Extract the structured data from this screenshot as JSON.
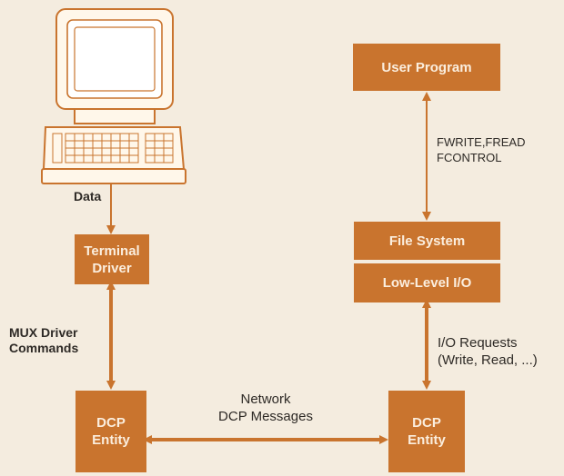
{
  "colors": {
    "background": "#f4ecdf",
    "box_fill": "#c9742e",
    "box_text": "#fbeede",
    "arrow": "#c9742e",
    "label_text": "#2e2a26"
  },
  "icons": {
    "terminal": "terminal-icon"
  },
  "left_stack": {
    "data_label": "Data",
    "terminal_driver": "Terminal\nDriver",
    "mux_label": "MUX Driver\nCommands",
    "dcp_entity": "DCP\nEntity"
  },
  "right_stack": {
    "user_program": "User Program",
    "fwrite_label": "FWRITE,FREAD\nFCONTROL",
    "file_system": "File System",
    "low_level_io": "Low-Level I/O",
    "io_requests_label": "I/O Requests\n(Write, Read, ...)",
    "dcp_entity": "DCP\nEntity"
  },
  "network_label": "Network\nDCP Messages"
}
